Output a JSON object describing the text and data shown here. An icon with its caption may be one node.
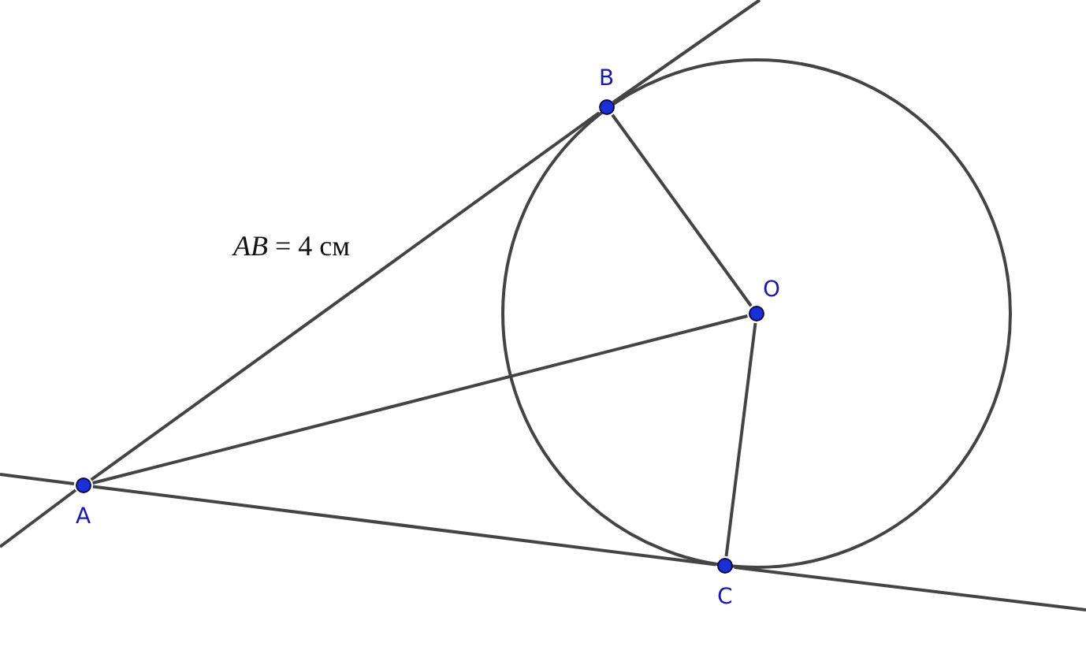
{
  "diagram": {
    "nodes": [
      {
        "text": [
          "B"
        ]
      },
      {
        "text": [
          "O"
        ]
      },
      {
        "text": [
          "A"
        ]
      },
      {
        "text": [
          "C"
        ]
      }
    ],
    "edges": [
      {
        "from": 2,
        "to": 0,
        "arrow": "none"
      },
      {
        "from": 0,
        "to": 1,
        "arrow": "none"
      },
      {
        "from": 2,
        "to": 1,
        "arrow": "none"
      },
      {
        "from": 1,
        "to": 3,
        "arrow": "none"
      },
      {
        "from": 2,
        "to": 3,
        "arrow": "none"
      }
    ],
    "labels": [
      "*AB* = 4 см"
    ]
  }
}
